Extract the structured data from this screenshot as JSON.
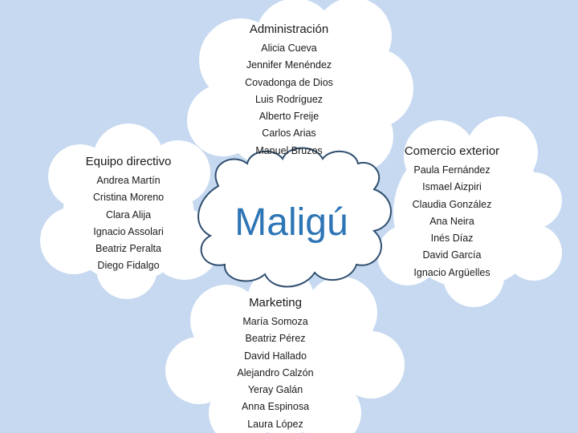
{
  "colors": {
    "background": "#c6d9f0",
    "cloud_fill": "#ffffff",
    "center_stroke": "#2f4f6f",
    "center_text": "#2e75b6"
  },
  "center": {
    "label": "Maligú"
  },
  "groups": {
    "administracion": {
      "title": "Administración",
      "members": [
        "Alicia Cueva",
        "Jennifer Menéndez",
        "Covadonga de Dios",
        "Luis Rodríguez",
        "Alberto Freije",
        "Carlos Arias",
        "Manuel Bruzos"
      ]
    },
    "equipo_directivo": {
      "title": "Equipo directivo",
      "members": [
        "Andrea Martín",
        "Cristina Moreno",
        "Clara Alija",
        "Ignacio Assolari",
        "Beatriz Peralta",
        "Diego Fidalgo"
      ]
    },
    "comercio_exterior": {
      "title": "Comercio exterior",
      "members": [
        "Paula Fernández",
        "Ismael Aizpiri",
        "Claudia González",
        "Ana Neira",
        "Inés Díaz",
        "David García",
        "Ignacio Argüelles"
      ]
    },
    "marketing": {
      "title": "Marketing",
      "members": [
        "María Somoza",
        "Beatriz Pérez",
        "David Hallado",
        "Alejandro Calzón",
        "Yeray Galán",
        "Anna Espinosa",
        "Laura López"
      ]
    }
  }
}
